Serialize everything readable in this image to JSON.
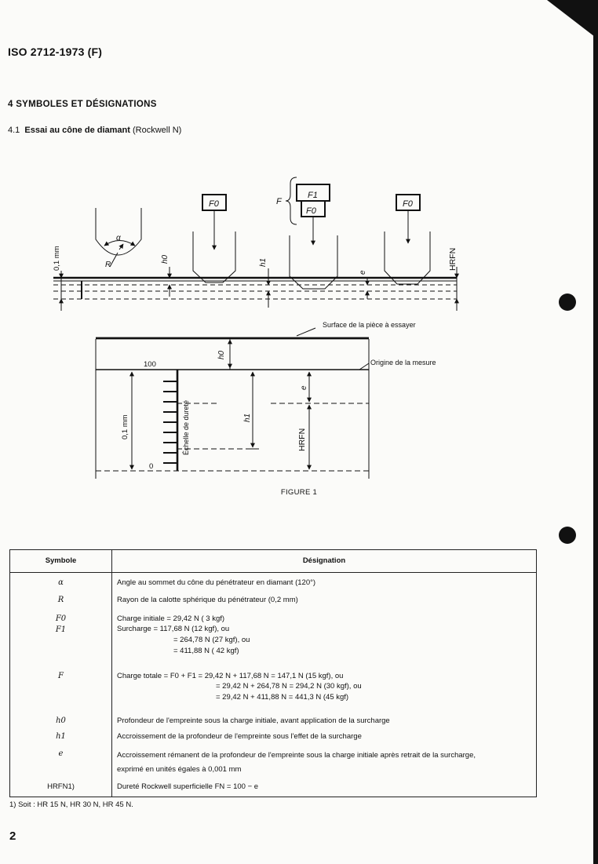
{
  "header": {
    "doc_id": "ISO 2712-1973 (F)"
  },
  "section": {
    "title": "4  SYMBOLES ET DÉSIGNATIONS"
  },
  "subsection": {
    "number": "4.1",
    "bold": "Essai au cône de diamant",
    "rest": "(Rockwell N)"
  },
  "figure": {
    "caption": "FIGURE 1",
    "labels": {
      "f0": "F0",
      "f1": "F1",
      "f": "F",
      "alpha": "α",
      "r": "R",
      "h0": "h0",
      "h1": "h1",
      "e": "e",
      "hrfn": "HRFN",
      "scale01": "0,1 mm",
      "surface": "Surface de la pièce à essayer",
      "origine": "Origine de la mesure",
      "v100": "100",
      "v0": "0",
      "echelle": "Échelle de dureté"
    }
  },
  "table": {
    "headers": {
      "symbol": "Symbole",
      "designation": "Désignation"
    },
    "rows": [
      {
        "symbol": "α",
        "designation": [
          "Angle au sommet du cône du pénétrateur en diamant (120°)"
        ]
      },
      {
        "symbol": "R",
        "designation": [
          "Rayon de la calotte sphérique du pénétrateur (0,2 mm)"
        ]
      },
      {
        "symbol": "F0\nF1",
        "designation": [
          "Charge initiale  =  29,42 N ( 3 kgf)",
          "Surcharge       = 117,68 N (12 kgf), ou",
          "= 264,78 N (27 kgf), ou",
          "= 411,88 N ( 42 kgf)"
        ]
      },
      {
        "symbol": "F",
        "designation": [
          "Charge totale = F0 + F1  = 29,42 N + 117,68 N = 147,1 N (15 kgf), ou",
          "= 29,42 N + 264,78 N = 294,2 N (30 kgf), ou",
          "= 29,42 N + 411,88 N = 441,3 N (45 kgf)"
        ]
      },
      {
        "symbol": "h0",
        "designation": [
          "Profondeur de l'empreinte sous la charge initiale, avant application de la surcharge"
        ]
      },
      {
        "symbol": "h1",
        "designation": [
          "Accroissement de la profondeur de l'empreinte sous l'effet de la surcharge"
        ]
      },
      {
        "symbol": "e",
        "designation": [
          "Accroissement rémanent de la profondeur de l'empreinte sous la charge initiale après retrait de la surcharge,",
          "exprimé en unités égales à 0,001 mm"
        ]
      },
      {
        "symbol": "HRFN1)",
        "designation": [
          "Dureté Rockwell superficielle FN = 100 − e"
        ]
      }
    ]
  },
  "footnote": "1)  Soit : HR 15 N, HR 30 N, HR 45 N.",
  "page_number": "2"
}
